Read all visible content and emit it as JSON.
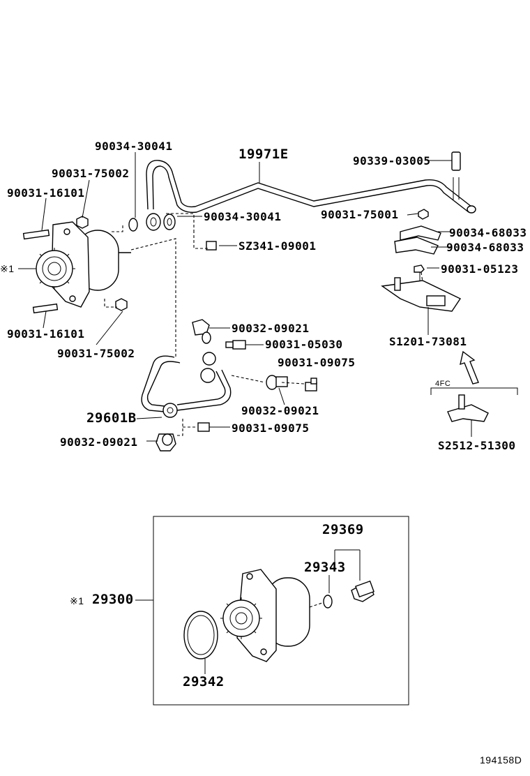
{
  "labels": {
    "p90034_30041_top": "90034-30041",
    "p19971e": "19971E",
    "p90339_03005": "90339-03005",
    "p90031_75002_top": "90031-75002",
    "p90031_16101_top": "90031-16101",
    "p90031_75001": "90031-75001",
    "p90034_30041_mid": "90034-30041",
    "p90034_68033_a": "90034-68033",
    "p90034_68033_b": "90034-68033",
    "psz341_09001": "SZ341-09001",
    "p90031_05123": "90031-05123",
    "mark_1_top": "※1",
    "p90031_16101_bot": "90031-16101",
    "p90031_75002_bot": "90031-75002",
    "p90032_09021_a": "90032-09021",
    "p90031_05030": "90031-05030",
    "p90031_09075_a": "90031-09075",
    "ps1201_73081": "S1201-73081",
    "p90032_09021_b": "90032-09021",
    "p4fc": "4FC",
    "p29601b": "29601B",
    "p90031_09075_b": "90031-09075",
    "p90032_09021_c": "90032-09021",
    "ps2512_51300": "S2512-51300",
    "p29369": "29369",
    "p29343": "29343",
    "mark_1_bot": "※1",
    "p29300": "29300",
    "p29342": "29342",
    "ref_code": "194158D"
  }
}
